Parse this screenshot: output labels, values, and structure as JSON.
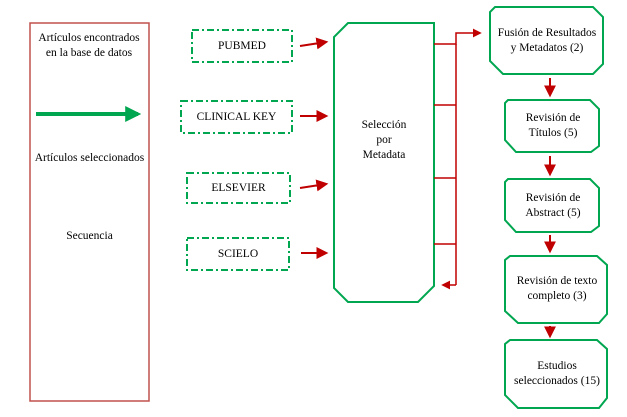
{
  "legend": {
    "item_found": "Artículos encontrados en la base de datos",
    "item_selected": "Artículos seleccionados",
    "item_sequence": "Secuencia",
    "colors": {
      "border": "#c0504d",
      "green": "#00a650",
      "red": "#c00000"
    }
  },
  "sources": [
    {
      "label": "PUBMED"
    },
    {
      "label": "CLINICAL KEY"
    },
    {
      "label": "ELSEVIER"
    },
    {
      "label": "SCIELO"
    }
  ],
  "selection_box": {
    "label": "Selección por Metadata"
  },
  "steps": [
    {
      "label": "Fusión de Resultados y Metadatos (2)"
    },
    {
      "label": "Revisión de Títulos (5)"
    },
    {
      "label": "Revisión de Abstract (5)"
    },
    {
      "label": "Revisión de texto completo (3)"
    },
    {
      "label": "Estudios seleccionados (15)"
    }
  ]
}
